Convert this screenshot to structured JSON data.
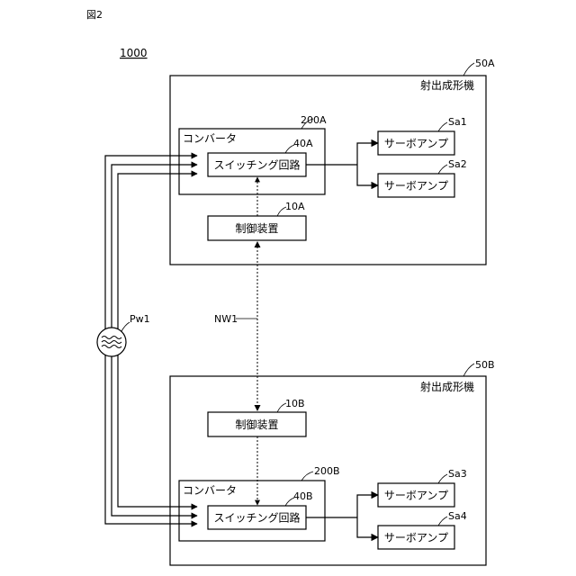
{
  "figure_label": "図2",
  "system_ref": "1000",
  "machine_a": {
    "ref": "50A",
    "title": "射出成形機",
    "converter": {
      "ref": "200A",
      "label": "コンバータ"
    },
    "switching": {
      "ref": "40A",
      "label": "スイッチング回路"
    },
    "controller": {
      "ref": "10A",
      "label": "制御装置"
    },
    "amps": [
      {
        "ref": "Sa1",
        "label": "サーボアンプ"
      },
      {
        "ref": "Sa2",
        "label": "サーボアンプ"
      }
    ]
  },
  "machine_b": {
    "ref": "50B",
    "title": "射出成形機",
    "converter": {
      "ref": "200B",
      "label": "コンバータ"
    },
    "switching": {
      "ref": "40B",
      "label": "スイッチング回路"
    },
    "controller": {
      "ref": "10B",
      "label": "制御装置"
    },
    "amps": [
      {
        "ref": "Sa3",
        "label": "サーボアンプ"
      },
      {
        "ref": "Sa4",
        "label": "サーボアンプ"
      }
    ]
  },
  "network_ref": "NW1",
  "power_source": {
    "ref": "Pw1",
    "icon": "ac-source-icon"
  }
}
